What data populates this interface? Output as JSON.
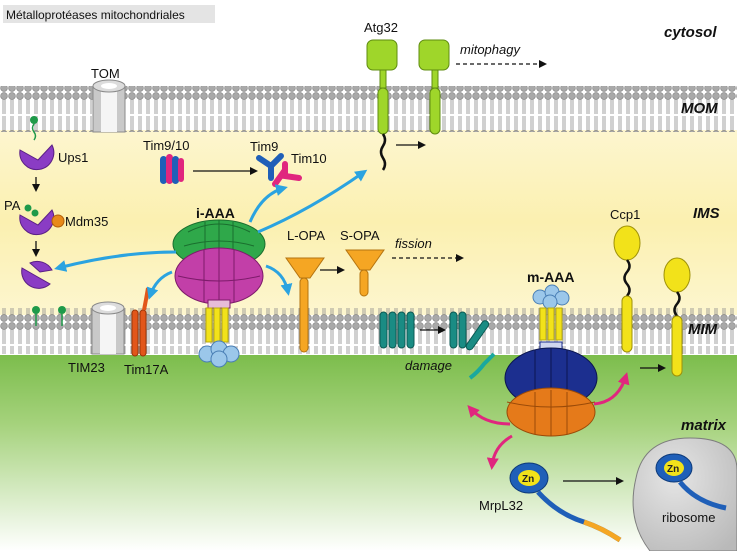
{
  "title": "Métalloprotéases mitochondriales",
  "regions": {
    "cytosol": "cytosol",
    "mom": "MOM",
    "ims": "IMS",
    "mim": "MIM",
    "matrix": "matrix"
  },
  "labels": {
    "tom": "TOM",
    "ups1": "Ups1",
    "pa": "PA",
    "mdm35": "Mdm35",
    "tim9_10": "Tim9/10",
    "tim9": "Tim9",
    "tim10": "Tim10",
    "atg32": "Atg32",
    "mitophagy": "mitophagy",
    "i_aaa": "i-AAA",
    "l_opa": "L-OPA",
    "s_opa": "S-OPA",
    "fission": "fission",
    "ccp1": "Ccp1",
    "m_aaa": "m-AAA",
    "tim23": "TIM23",
    "tim17a": "Tim17A",
    "damage": "damage",
    "zn": "Zn",
    "mrpl32": "MrpL32",
    "ribosome": "ribosome"
  },
  "colors": {
    "cytosol_bg": "#ffffff",
    "ims_bg": "#fbf3c0",
    "matrix_bg": "#88c45a",
    "membrane_head": "#a9a9a9",
    "i_aaa_green": "#2fa84a",
    "i_aaa_magenta": "#c23fa8",
    "m_aaa_blue": "#1c2f8f",
    "m_aaa_orange": "#e57a1a",
    "protein_yellow": "#f2e21a",
    "lipid_green": "#1f9a4a",
    "arrow_blue": "#2ba3e0",
    "arrow_magenta": "#e0267e",
    "ups1_purple": "#8a3cc4",
    "opa_orange": "#f5a623",
    "atg32_green": "#9fd62a",
    "teal": "#1a8c84"
  }
}
